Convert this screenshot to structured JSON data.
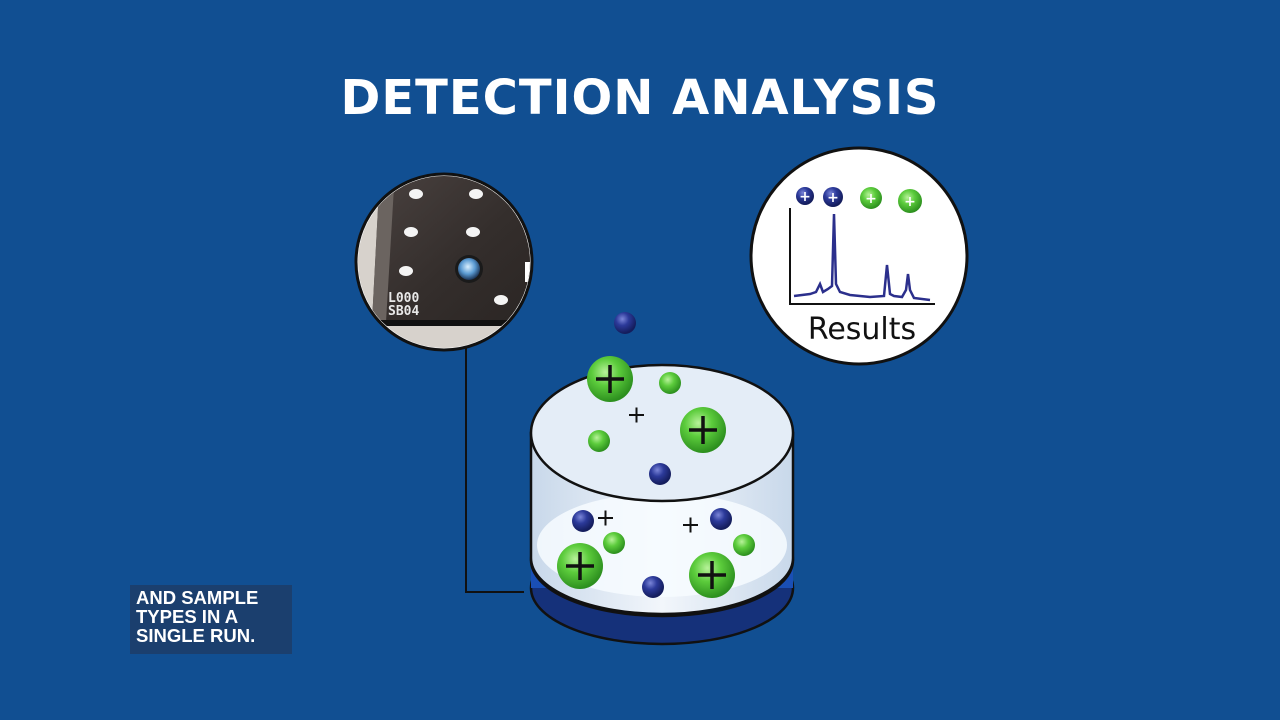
{
  "title": "DETECTION ANALYSIS",
  "results_label": "Results",
  "chip_labels": [
    "L000",
    "SB04"
  ],
  "caption_lines": [
    "AND SAMPLE",
    "TYPES IN A",
    "SINGLE RUN."
  ],
  "colors": {
    "background": "#114f92",
    "ion_green": "#4cc23a",
    "ion_blue": "#23307f",
    "spectrum_line": "#2b2f8c",
    "plate_blue": "#1a4fb5"
  },
  "icons": [
    "positive-ion-icon",
    "neutral-particle-icon",
    "spectrum-icon",
    "sample-plate-icon"
  ]
}
